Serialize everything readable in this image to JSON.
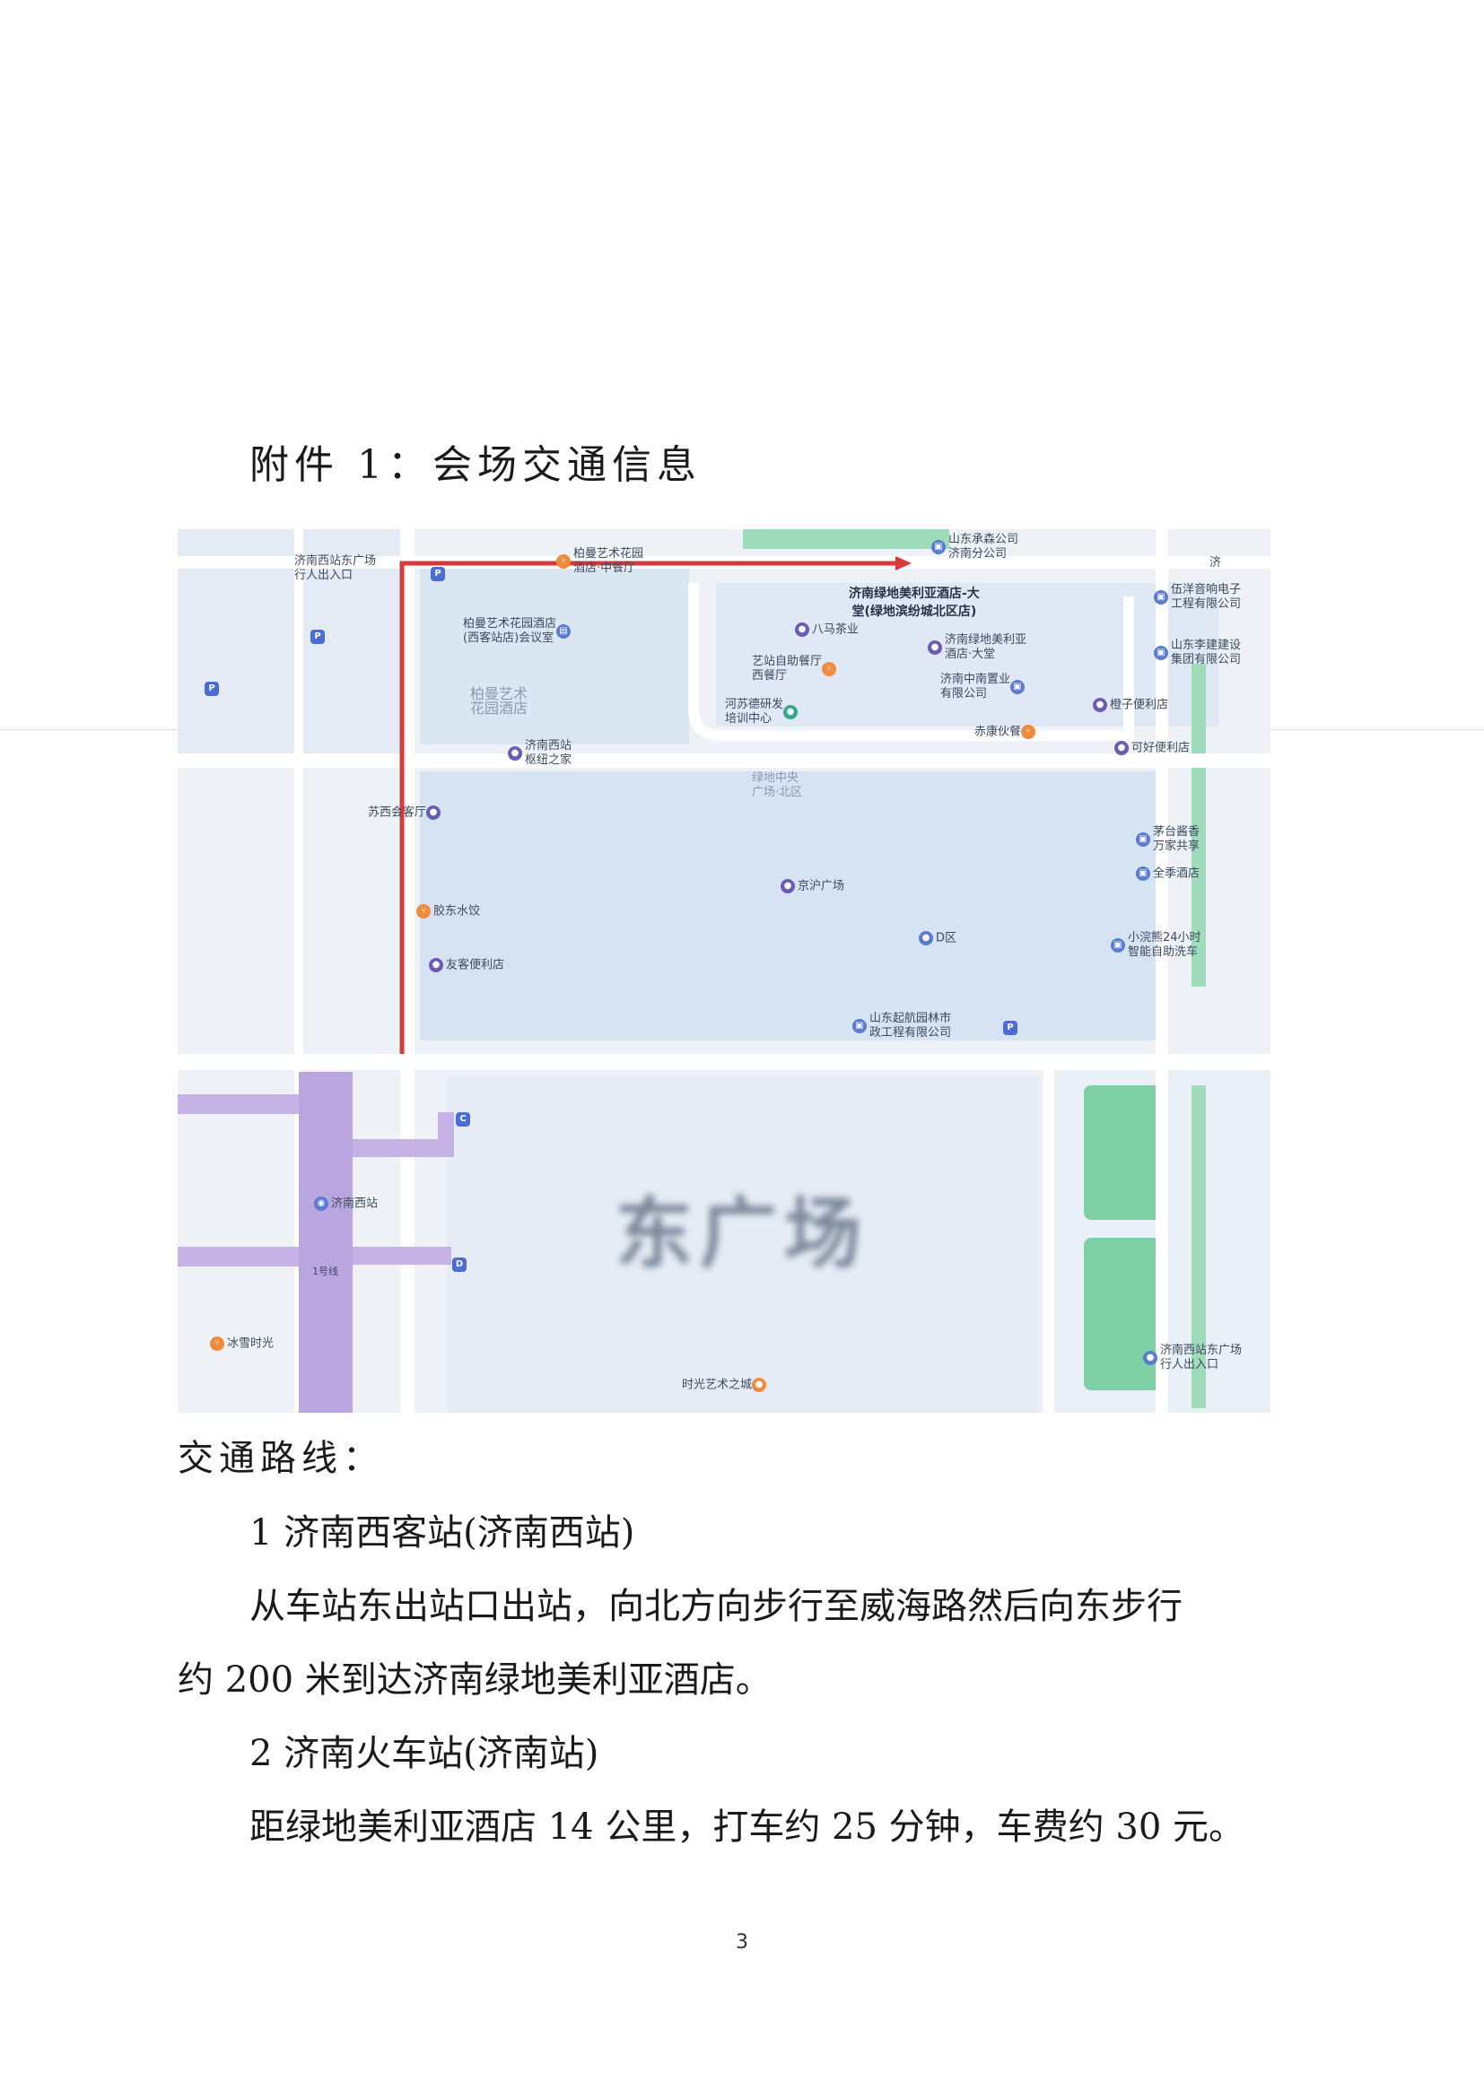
{
  "heading": "附件 1：会场交通信息",
  "map": {
    "hotel_label_line1": "济南绿地美利亚酒店-大",
    "hotel_label_line2": "堂(绿地滨纷城北区店)",
    "plaza_label": "东广场",
    "parking_symbol": "P",
    "colors": {
      "route": "#d83a3a",
      "rail": "#b9a6de",
      "green": "#6fcf9a",
      "block": "#dbe6f3",
      "road": "#ffffff"
    },
    "labels": {
      "west_exit": "济南西站东广场\n行人出入口",
      "baiman_park": "柏曼艺术花园\n酒店·中餐厅",
      "shandong_chengsen": "山东承森公司\n济南分公司",
      "baiman_meeting": "柏曼艺术花园酒店\n(西客站店)会议室",
      "bama_hotel": "八马茶业",
      "jinan_lvdi_hotel": "济南绿地美利亚\n酒店·大堂",
      "yizhan_restaurant": "艺站自助餐厅\n西餐厅",
      "zhongnan": "济南中南置业\n有限公司",
      "hesu": "河苏德研发\n培训中心",
      "chikang": "赤康伙餐",
      "baiman_garden": "柏曼艺术\n花园酒店",
      "jinan_west_hub": "济南西站\n枢纽之家",
      "central_plaza": "绿地中央\n广场·北区",
      "suxi_hall": "苏西会客厅",
      "jinghu_plaza": "京沪广场",
      "jiaodong_dumpling": "胶东水饺",
      "dqu": "D区",
      "youke_store": "友客便利店",
      "shandong_qihang": "山东起航园林市\n政工程有限公司",
      "jinan_west_station": "济南西站",
      "bingxue": "冰雪时光",
      "shiguang": "时光艺术之城",
      "east_exit": "济南西站东广场\n行人出入口",
      "wuchang_audio": "伍洋音响电子\n工程有限公司",
      "shandong_construction": "山东李建建设\n集团有限公司",
      "chengzi_store": "橙子便利店",
      "kehao_store": "可好便利店",
      "maotai": "茅台酱香\n万家共享",
      "quanji_hotel": "全季酒店",
      "xiaoxiong_wash": "小浣熊24小时\n智能自助洗车",
      "ji": "济",
      "metro_a": "C",
      "metro_b": "D",
      "line_tag": "1号线"
    }
  },
  "routes_title": "交通路线：",
  "route1": {
    "title": "1 济南西客站(济南西站)",
    "desc_line1": "从车站东出站口出站，向北方向步行至威海路然后向东步行",
    "desc_line2": "约 200 米到达济南绿地美利亚酒店。"
  },
  "route2": {
    "title": "2 济南火车站(济南站)",
    "desc": "距绿地美利亚酒店 14 公里，打车约 25 分钟，车费约 30 元。"
  },
  "page_number": "3"
}
